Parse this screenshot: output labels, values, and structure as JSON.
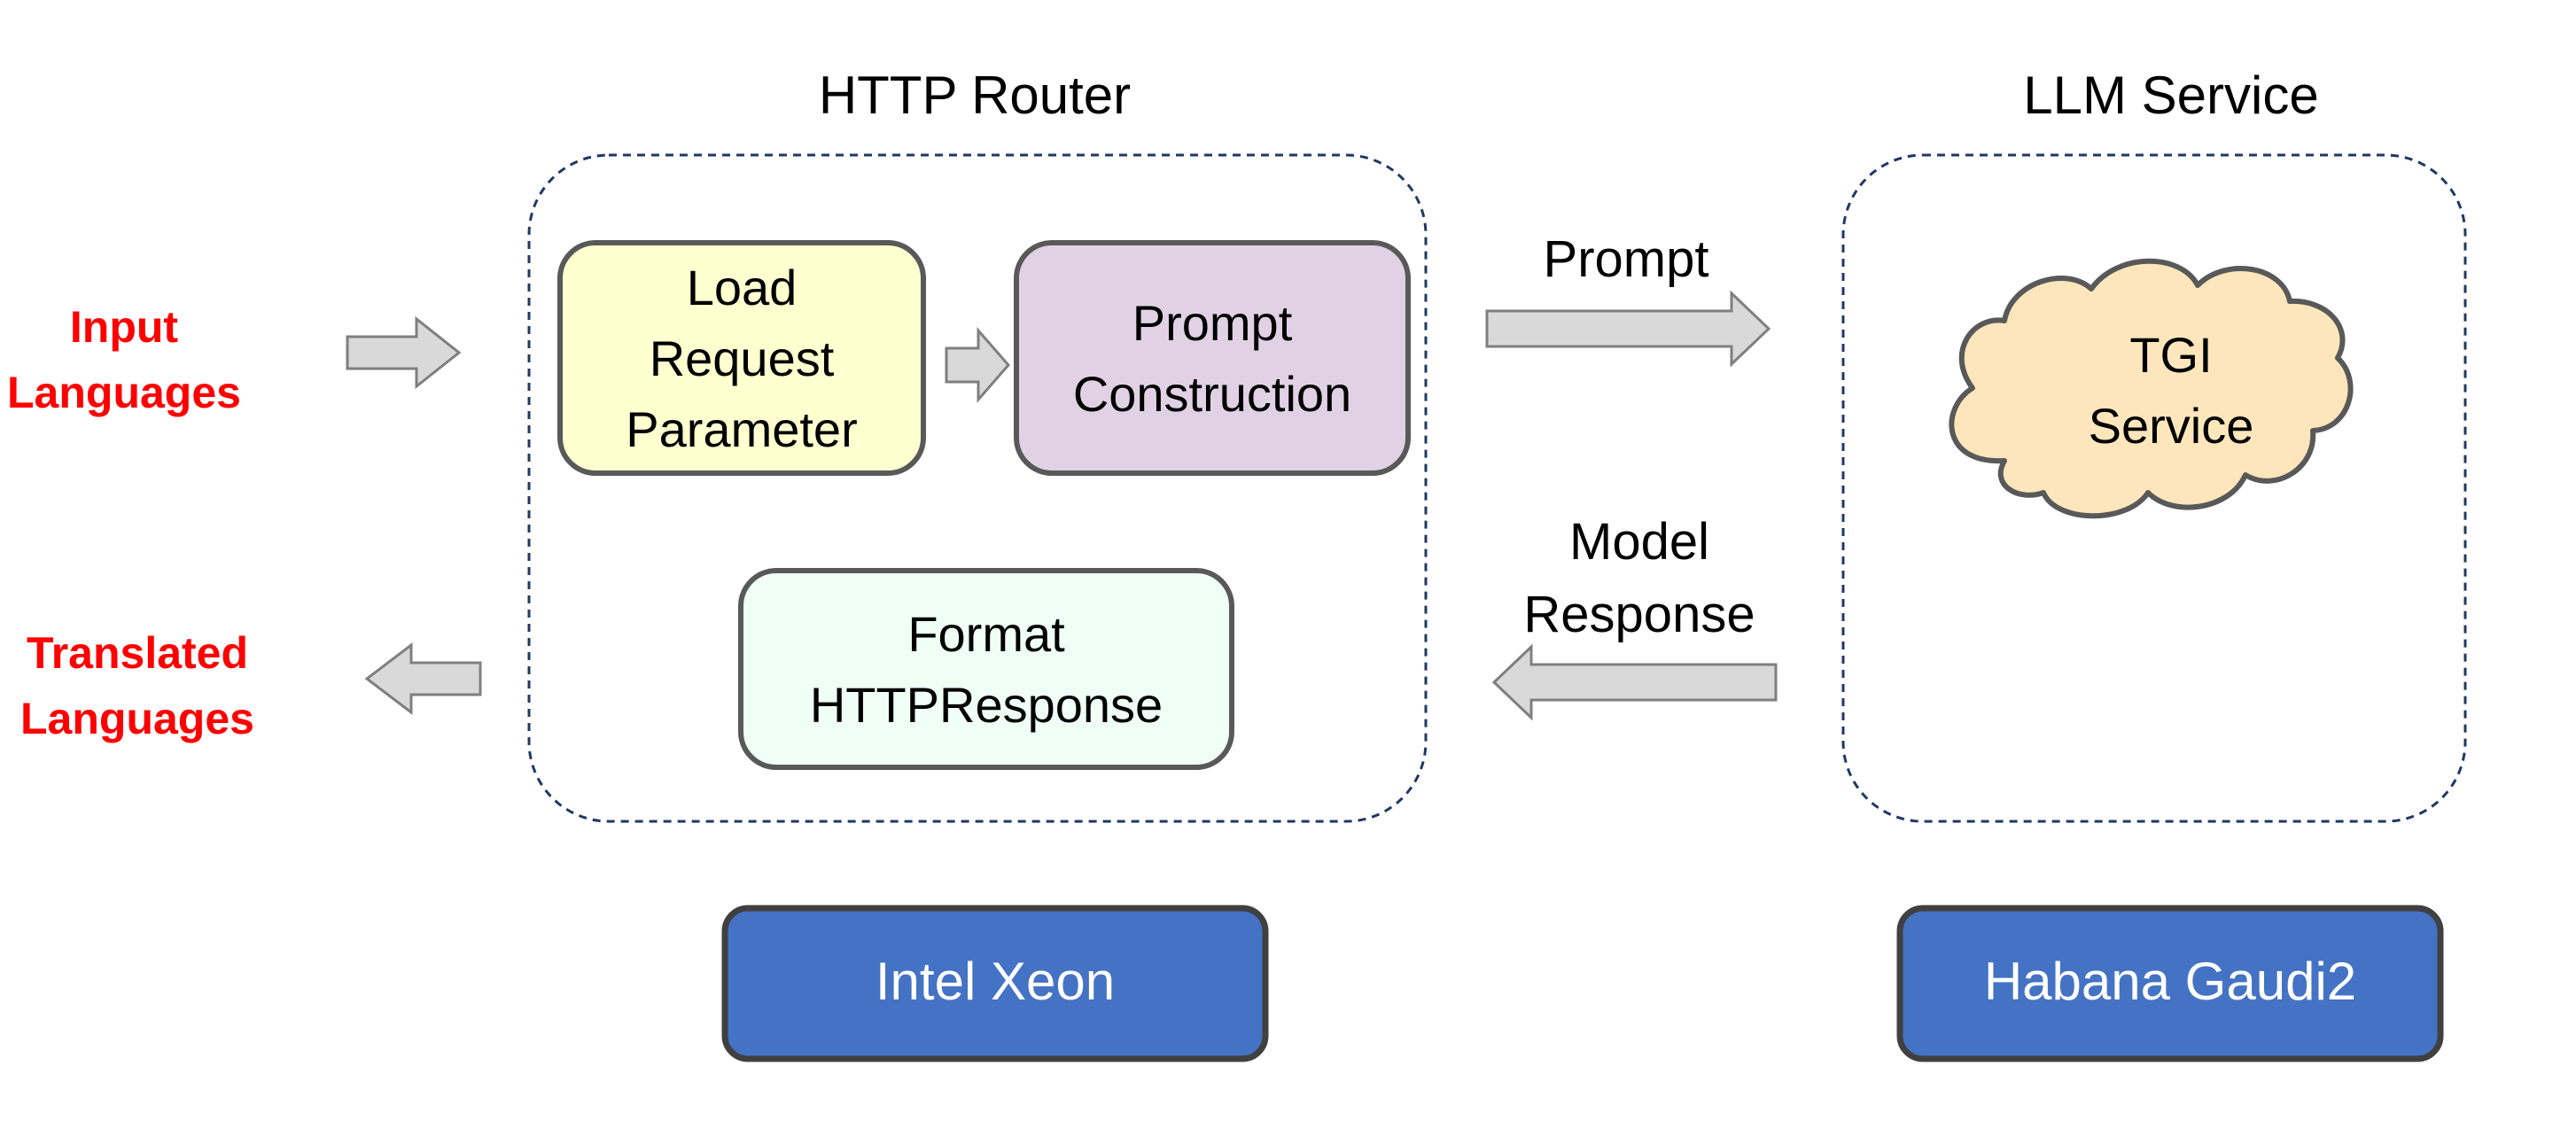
{
  "labels": {
    "input_languages": [
      "Input",
      "Languages"
    ],
    "translated_languages": [
      "Translated",
      "Languages"
    ]
  },
  "sections": {
    "http_router": "HTTP Router",
    "llm_service": "LLM Service"
  },
  "boxes": {
    "load_request": [
      "Load",
      "Request",
      "Parameter"
    ],
    "prompt_construction": [
      "Prompt",
      "Construction"
    ],
    "format_response": [
      "Format",
      "HTTPResponse"
    ],
    "tgi_service": [
      "TGI",
      "Service"
    ]
  },
  "arrows": {
    "prompt": "Prompt",
    "model_response": [
      "Model",
      "Response"
    ]
  },
  "hardware": {
    "router": "Intel Xeon",
    "llm": "Habana Gaudi2"
  },
  "colors": {
    "label_red": "#ff0000",
    "load_request_fill": "#ffffd0",
    "prompt_construction_fill": "#e0d2e4",
    "format_response_fill": "#f0fff6",
    "tgi_fill": "#fde6bb",
    "hardware_fill": "#4472c4",
    "arrow_fill": "#d9d9d9",
    "dashed_border": "#1f3864"
  }
}
